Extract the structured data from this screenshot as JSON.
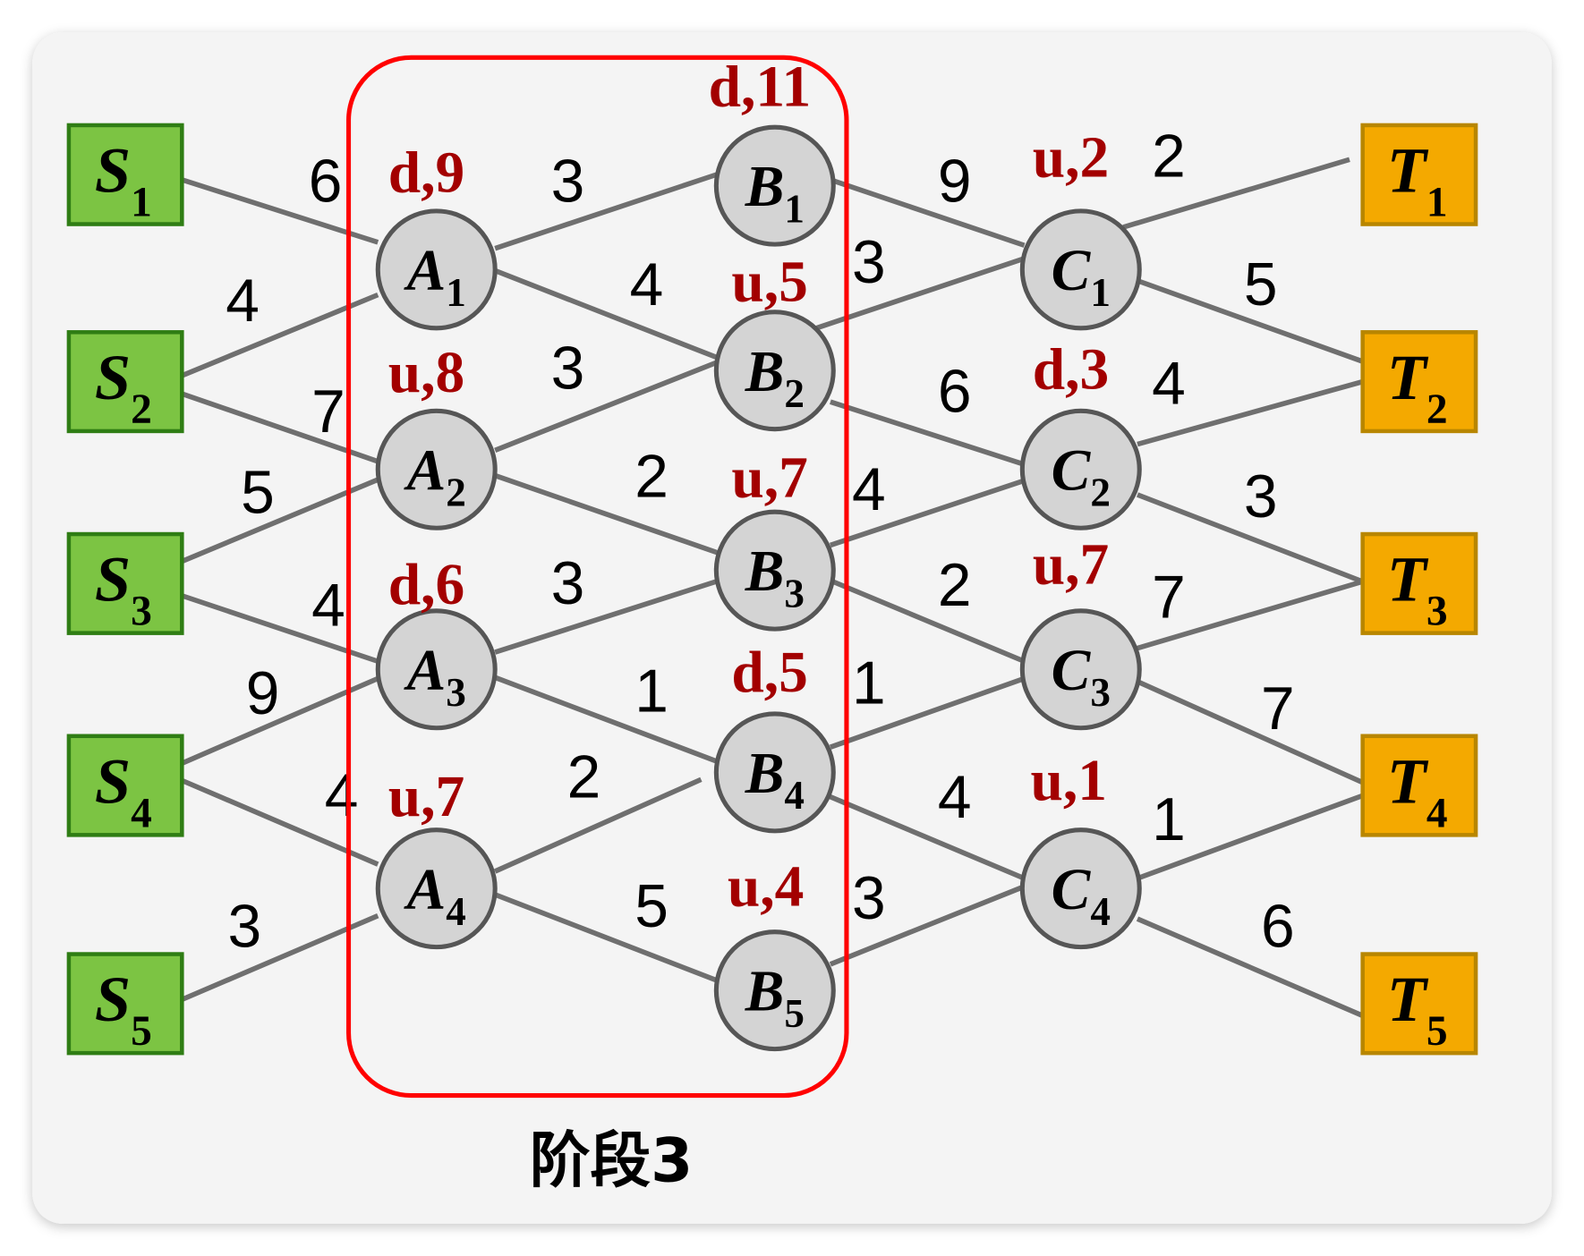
{
  "colors": {
    "background": "#ffffff",
    "card": "#f4f4f4",
    "source_fill": "#7cc443",
    "source_stroke": "#2f7d14",
    "target_fill": "#f4a900",
    "target_stroke": "#b88600",
    "node_fill": "#d4d4d4",
    "node_stroke": "#565656",
    "edge": "#6f6f6f",
    "weight_text": "#000000",
    "tag_text": "#a30000",
    "stage_box": "#ff0000"
  },
  "sources": [
    {
      "letter": "S",
      "sub": "1"
    },
    {
      "letter": "S",
      "sub": "2"
    },
    {
      "letter": "S",
      "sub": "3"
    },
    {
      "letter": "S",
      "sub": "4"
    },
    {
      "letter": "S",
      "sub": "5"
    }
  ],
  "stage_a": [
    {
      "letter": "A",
      "sub": "1",
      "tag": "d,9"
    },
    {
      "letter": "A",
      "sub": "2",
      "tag": "u,8"
    },
    {
      "letter": "A",
      "sub": "3",
      "tag": "d,6"
    },
    {
      "letter": "A",
      "sub": "4",
      "tag": "u,7"
    }
  ],
  "stage_b": [
    {
      "letter": "B",
      "sub": "1",
      "tag": "d,11"
    },
    {
      "letter": "B",
      "sub": "2",
      "tag": "u,5"
    },
    {
      "letter": "B",
      "sub": "3",
      "tag": "u,7"
    },
    {
      "letter": "B",
      "sub": "4",
      "tag": "d,5"
    },
    {
      "letter": "B",
      "sub": "5",
      "tag": "u,4"
    }
  ],
  "stage_c": [
    {
      "letter": "C",
      "sub": "1",
      "tag": "u,2"
    },
    {
      "letter": "C",
      "sub": "2",
      "tag": "d,3"
    },
    {
      "letter": "C",
      "sub": "3",
      "tag": "u,7"
    },
    {
      "letter": "C",
      "sub": "4",
      "tag": "u,1"
    }
  ],
  "targets": [
    {
      "letter": "T",
      "sub": "1"
    },
    {
      "letter": "T",
      "sub": "2"
    },
    {
      "letter": "T",
      "sub": "3"
    },
    {
      "letter": "T",
      "sub": "4"
    },
    {
      "letter": "T",
      "sub": "5"
    }
  ],
  "stage_box": {
    "caption": "阶段3"
  },
  "edges": {
    "source_to_a": [
      {
        "from": 1,
        "to": 1,
        "weight": 6
      },
      {
        "from": 2,
        "to": 1,
        "weight": 4
      },
      {
        "from": 2,
        "to": 2,
        "weight": 7
      },
      {
        "from": 3,
        "to": 2,
        "weight": 5
      },
      {
        "from": 3,
        "to": 3,
        "weight": 4
      },
      {
        "from": 4,
        "to": 3,
        "weight": 9
      },
      {
        "from": 4,
        "to": 4,
        "weight": 4
      },
      {
        "from": 5,
        "to": 4,
        "weight": 3
      }
    ],
    "a_to_b": [
      {
        "from": 1,
        "to": 1,
        "weight": 3
      },
      {
        "from": 1,
        "to": 2,
        "weight": 4
      },
      {
        "from": 2,
        "to": 2,
        "weight": 3
      },
      {
        "from": 2,
        "to": 3,
        "weight": 2
      },
      {
        "from": 3,
        "to": 3,
        "weight": 3
      },
      {
        "from": 3,
        "to": 4,
        "weight": 1
      },
      {
        "from": 4,
        "to": 4,
        "weight": 2
      },
      {
        "from": 4,
        "to": 5,
        "weight": 5
      }
    ],
    "b_to_c": [
      {
        "from": 1,
        "to": 1,
        "weight": 9
      },
      {
        "from": 2,
        "to": 1,
        "weight": 3
      },
      {
        "from": 2,
        "to": 2,
        "weight": 6
      },
      {
        "from": 3,
        "to": 2,
        "weight": 4
      },
      {
        "from": 3,
        "to": 3,
        "weight": 2
      },
      {
        "from": 4,
        "to": 3,
        "weight": 1
      },
      {
        "from": 4,
        "to": 4,
        "weight": 4
      },
      {
        "from": 5,
        "to": 4,
        "weight": 3
      }
    ],
    "c_to_target": [
      {
        "from": 1,
        "to": 1,
        "weight": 2
      },
      {
        "from": 1,
        "to": 2,
        "weight": 5
      },
      {
        "from": 2,
        "to": 2,
        "weight": 4
      },
      {
        "from": 2,
        "to": 3,
        "weight": 3
      },
      {
        "from": 3,
        "to": 3,
        "weight": 7
      },
      {
        "from": 3,
        "to": 4,
        "weight": 7
      },
      {
        "from": 4,
        "to": 4,
        "weight": 1
      },
      {
        "from": 4,
        "to": 5,
        "weight": 6
      }
    ]
  }
}
